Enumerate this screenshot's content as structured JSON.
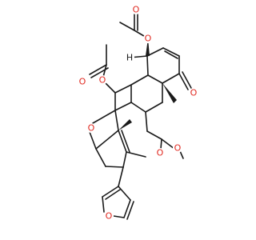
{
  "molecule": {
    "atom_labels": [
      {
        "id": "o-acetoxy-top-carbonyl",
        "text": "O",
        "color": "#e0281f"
      },
      {
        "id": "o-acetoxy-top-ester",
        "text": "O",
        "color": "#e0281f"
      },
      {
        "id": "o-acetoxy-left-carbonyl",
        "text": "O",
        "color": "#e0281f"
      },
      {
        "id": "o-acetoxy-left-ester",
        "text": "O",
        "color": "#e0281f"
      },
      {
        "id": "o-ketone",
        "text": "O",
        "color": "#e0281f"
      },
      {
        "id": "o-furan-ring-fused",
        "text": "O",
        "color": "#e0281f"
      },
      {
        "id": "h-ring-junction",
        "text": "H",
        "color": "#1a1a1a"
      },
      {
        "id": "o-methyl-ester-carbonyl",
        "text": "O",
        "color": "#e0281f"
      },
      {
        "id": "o-methyl-ester-ether",
        "text": "O",
        "color": "#e0281f"
      },
      {
        "id": "o-furyl",
        "text": "O",
        "color": "#e0281f"
      }
    ],
    "bond_color": "#1a1a1a",
    "background": "#ffffff"
  }
}
